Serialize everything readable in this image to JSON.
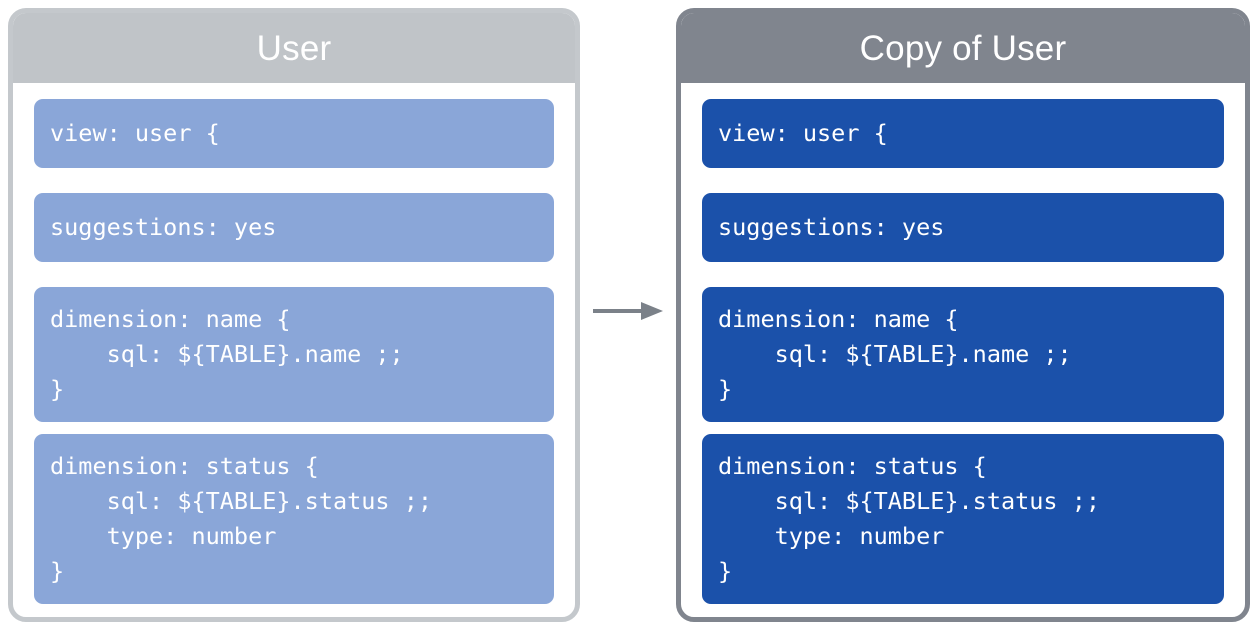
{
  "diagram": {
    "type": "copy-transformation",
    "arrow": {
      "icon": "arrow-right-icon",
      "direction": "right",
      "color": "#7b8189"
    },
    "colors": {
      "source_header_bg": "#c0c4c8",
      "source_block_bg": "#8aa6d8",
      "source_border": "#c4c8cc",
      "copy_header_bg": "#80858e",
      "copy_block_bg": "#1b51aa",
      "copy_border": "#80858e",
      "text": "#ffffff",
      "page_bg": "#ffffff"
    },
    "panels": [
      {
        "id": "source",
        "title": "User",
        "blocks": [
          {
            "id": "view-declaration",
            "code": "view: user {"
          },
          {
            "id": "suggestions-parameter",
            "code": "suggestions: yes"
          },
          {
            "id": "dimension-name",
            "code": "dimension: name {\n    sql: ${TABLE}.name ;;\n}"
          },
          {
            "id": "dimension-status",
            "code": "dimension: status {\n    sql: ${TABLE}.status ;;\n    type: number\n}"
          }
        ]
      },
      {
        "id": "copy",
        "title": "Copy of User",
        "blocks": [
          {
            "id": "view-declaration",
            "code": "view: user {"
          },
          {
            "id": "suggestions-parameter",
            "code": "suggestions: yes"
          },
          {
            "id": "dimension-name",
            "code": "dimension: name {\n    sql: ${TABLE}.name ;;\n}"
          },
          {
            "id": "dimension-status",
            "code": "dimension: status {\n    sql: ${TABLE}.status ;;\n    type: number\n}"
          }
        ]
      }
    ]
  }
}
